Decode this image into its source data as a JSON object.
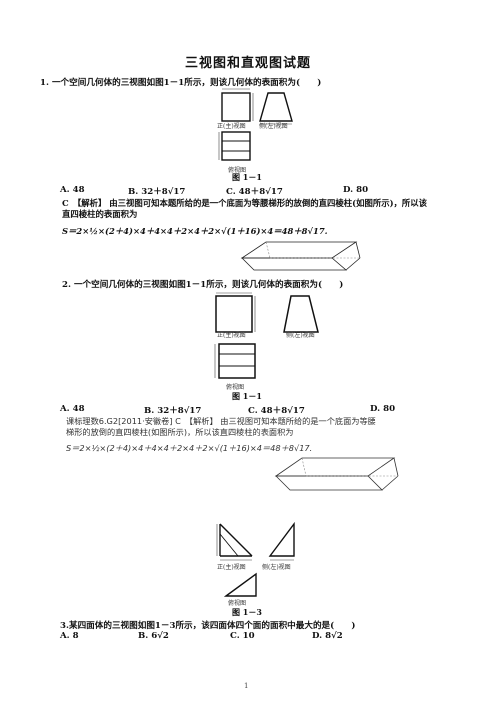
{
  "title": "三视图和直观图试题",
  "q1": {
    "question": "1. 一个空间几何体的三视图如图1－1所示，则该几何体的表面积为(　　)",
    "view_front": "正(主)视图",
    "view_side": "侧(左)视图",
    "view_top": "俯视图",
    "figure": "图 1－1",
    "options": [
      "A. 48",
      "B. 32＋8√17",
      "C. 48＋8√17",
      "D. 80"
    ],
    "answer_line1": "C　【解析】 由三视图可知本题所给的是一个底面为等腰梯形的放倒的直四棱柱(如图所示)，所以该",
    "answer_line2": "直四棱柱的表面积为",
    "formula": "S＝2×½×(2＋4)×4＋4×4＋2×4＋2×√(1＋16)×4＝48＋8√17."
  },
  "q2": {
    "question": "2. 一个空间几何体的三视图如图1－1所示，则该几何体的表面积为(　　)",
    "view_front": "正(主)视图",
    "view_side": "侧(左)视图",
    "view_top": "俯视图",
    "figure": "图 1－1",
    "options": [
      "A. 48",
      "B. 32＋8√17",
      "C. 48＋8√17",
      "D. 80"
    ],
    "answer_line1": "课标理数6.G2[2011·安徽卷] C　【解析】 由三视图可知本题所给的是一个底面为等腰",
    "answer_line2": "梯形的放倒的直四棱柱(如图所示)，所以该直四棱柱的表面积为",
    "formula": "S＝2×½×(2＋4)×4＋4×4＋2×4＋2×√(1＋16)×4＝48＋8√17."
  },
  "q3": {
    "view_front": "正(主)视图",
    "view_side": "侧(左)视图",
    "view_top": "俯视图",
    "figure": "图 1－3",
    "question": "3.某四面体的三视图如图1－3所示，该四面体四个面的面积中最大的是(　　)",
    "options": [
      "A. 8",
      "B. 6√2",
      "C. 10",
      "D. 8√2"
    ]
  },
  "page_number": "1"
}
